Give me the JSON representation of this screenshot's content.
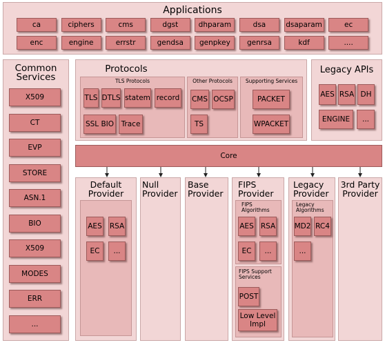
{
  "applications": {
    "title": "Applications",
    "items": [
      "ca",
      "ciphers",
      "cms",
      "dgst",
      "dhparam",
      "dsa",
      "dsaparam",
      "ec",
      "enc",
      "engine",
      "errstr",
      "gendsa",
      "genpkey",
      "genrsa",
      "kdf",
      "...."
    ]
  },
  "common_services": {
    "title_line1": "Common",
    "title_line2": "Services",
    "items": [
      "X509",
      "CT",
      "EVP",
      "STORE",
      "ASN.1",
      "BIO",
      "X509",
      "MODES",
      "ERR",
      "..."
    ]
  },
  "protocols": {
    "title": "Protocols",
    "tls": {
      "title": "TLS Protocols",
      "items": [
        "TLS",
        "DTLS",
        "statem",
        "record",
        "SSL BIO",
        "Trace"
      ]
    },
    "other": {
      "title": "Other Protocols",
      "items": [
        "CMS",
        "OCSP",
        "TS"
      ]
    },
    "supporting": {
      "title": "Supporting Services",
      "items": [
        "PACKET",
        "WPACKET"
      ]
    }
  },
  "legacy_apis": {
    "title": "Legacy APIs",
    "items": [
      "AES",
      "RSA",
      "DH",
      "ENGINE",
      "..."
    ]
  },
  "core": {
    "label": "Core"
  },
  "providers": {
    "default": {
      "title_line1": "Default",
      "title_line2": "Provider",
      "items": [
        "AES",
        "RSA",
        "EC",
        "..."
      ]
    },
    "null": {
      "title_line1": "Null",
      "title_line2": "Provider"
    },
    "base": {
      "title_line1": "Base",
      "title_line2": "Provider"
    },
    "fips": {
      "title_line1": "FIPS",
      "title_line2": "Provider",
      "algorithms_title_line1": "FIPS",
      "algorithms_title_line2": "Algorithms",
      "algorithms": [
        "AES",
        "RSA",
        "EC",
        "..."
      ],
      "support_title_line1": "FIPS Support",
      "support_title_line2": "Services",
      "support": [
        "POST"
      ],
      "low_level_line1": "Low Level",
      "low_level_line2": "Impl"
    },
    "legacy": {
      "title_line1": "Legacy",
      "title_line2": "Provider",
      "algorithms_title_line1": "Legacy",
      "algorithms_title_line2": "Algorithms",
      "algorithms": [
        "MD2",
        "RC4",
        "..."
      ]
    },
    "third_party": {
      "title_line1": "3rd Party",
      "title_line2": "Provider"
    }
  },
  "colors": {
    "panel": "#f2d6d6",
    "subpanel": "#e8b9b9",
    "box": "#d98585",
    "border": "#9c5a5a"
  }
}
